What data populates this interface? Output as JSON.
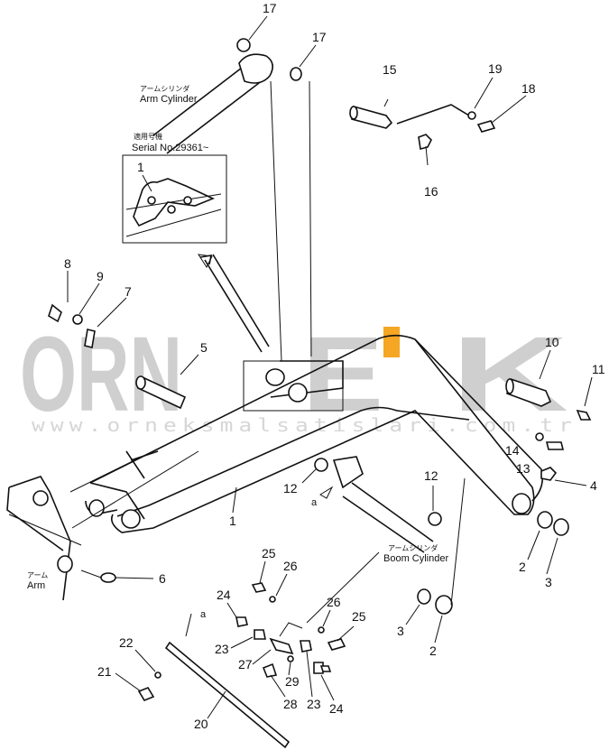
{
  "watermark": {
    "brand_left": "ORN",
    "brand_accent_char": "E",
    "brand_right": "K",
    "url": "www.orneksmalsatislari.com.tr",
    "brand_color": "#cfcfcf",
    "accent_color": "#f5a623"
  },
  "labels": {
    "arm_cylinder_jp": "アームシリンダ",
    "arm_cylinder": "Arm Cylinder",
    "serial_jp": "適用号機",
    "serial": "Serial No.29361~",
    "boom_cylinder_jp": "アームシリンダ",
    "boom_cylinder": "Boom Cylinder",
    "arm_jp": "アーム",
    "arm": "Arm",
    "view_a": "a"
  },
  "callouts": {
    "n17a": "17",
    "n17b": "17",
    "n15": "15",
    "n19": "19",
    "n18": "18",
    "n16": "16",
    "n1_inset": "1",
    "n8": "8",
    "n9": "9",
    "n7": "7",
    "n5": "5",
    "n10": "10",
    "n11": "11",
    "n14": "14",
    "n13": "13",
    "n4": "4",
    "n12a": "12",
    "n12b": "12",
    "n1": "1",
    "n6": "6",
    "n2a": "2",
    "n3a": "3",
    "n3b": "3",
    "n2b": "2",
    "n25a": "25",
    "n26a": "26",
    "n24a": "24",
    "n23a": "23",
    "n27": "27",
    "n29": "29",
    "n26b": "26",
    "n25b": "25",
    "n22": "22",
    "n21": "21",
    "n28": "28",
    "n23b": "23",
    "n24b": "24",
    "n20": "20"
  }
}
